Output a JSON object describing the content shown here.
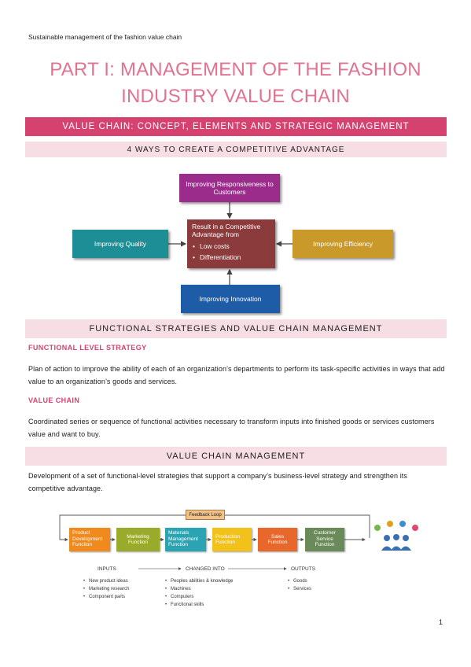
{
  "running_header": "Sustainable management of the fashion value chain",
  "title_line1": "PART I: MANAGEMENT OF THE FASHION",
  "title_line2": "INDUSTRY VALUE CHAIN",
  "section_banner": "VALUE CHAIN: CONCEPT, ELEMENTS AND STRATEGIC MANAGEMENT",
  "sub_banner_1": "4 WAYS TO CREATE A COMPETITIVE ADVANTAGE",
  "advantage_diagram": {
    "top": "Improving Responsiveness to Customers",
    "left": "Improving Quality",
    "right": "Improving Efficiency",
    "bottom": "Improving Innovation",
    "center_head": "Result in a Competitive Advantage from",
    "center_items": [
      "Low costs",
      "Differentiation"
    ],
    "colors": {
      "top": "#9b2c8c",
      "left": "#1e8e96",
      "right": "#c99a29",
      "bottom": "#1f5ca8",
      "center": "#8b3b3b"
    }
  },
  "sub_banner_2": "FUNCTIONAL STRATEGIES AND VALUE CHAIN MANAGEMENT",
  "functional_level": {
    "heading": "FUNCTIONAL LEVEL STRATEGY",
    "text": "Plan of action to improve the ability of each of an organization’s departments to perform its task-specific activities in ways that add value to an organization’s goods and services."
  },
  "value_chain": {
    "heading": "VALUE CHAIN",
    "text": "Coordinated series or sequence of functional activities necessary to transform inputs into finished goods or services customers value and want to buy."
  },
  "sub_banner_3": "VALUE CHAIN MANAGEMENT",
  "vcm_text": "Development of a set of functional-level strategies that support a company’s business-level strategy and strengthen its competitive advantage.",
  "chain_diagram": {
    "feedback": "Feedback Loop",
    "functions": [
      {
        "label": "Product Development Function",
        "color": "#f08a1c"
      },
      {
        "label": "Marketing Function",
        "color": "#9aab2c"
      },
      {
        "label": "Materials Management Function",
        "color": "#2aa4b2"
      },
      {
        "label": "Production Function",
        "color": "#f3c21a"
      },
      {
        "label": "Sales Function",
        "color": "#e8672a"
      },
      {
        "label": "Customer Service Function",
        "color": "#6a8a5a"
      }
    ],
    "inputs_head": "INPUTS",
    "changed_head": "CHANGED INTO",
    "outputs_head": "OUTPUTS",
    "inputs": [
      "New product ideas",
      "Marketing research",
      "Component parts"
    ],
    "changed": [
      "Peoples abilities & knowledge",
      "Machines",
      "Computers",
      "Functional skills"
    ],
    "outputs": [
      "Goods",
      "Services"
    ]
  },
  "page_number": "1"
}
